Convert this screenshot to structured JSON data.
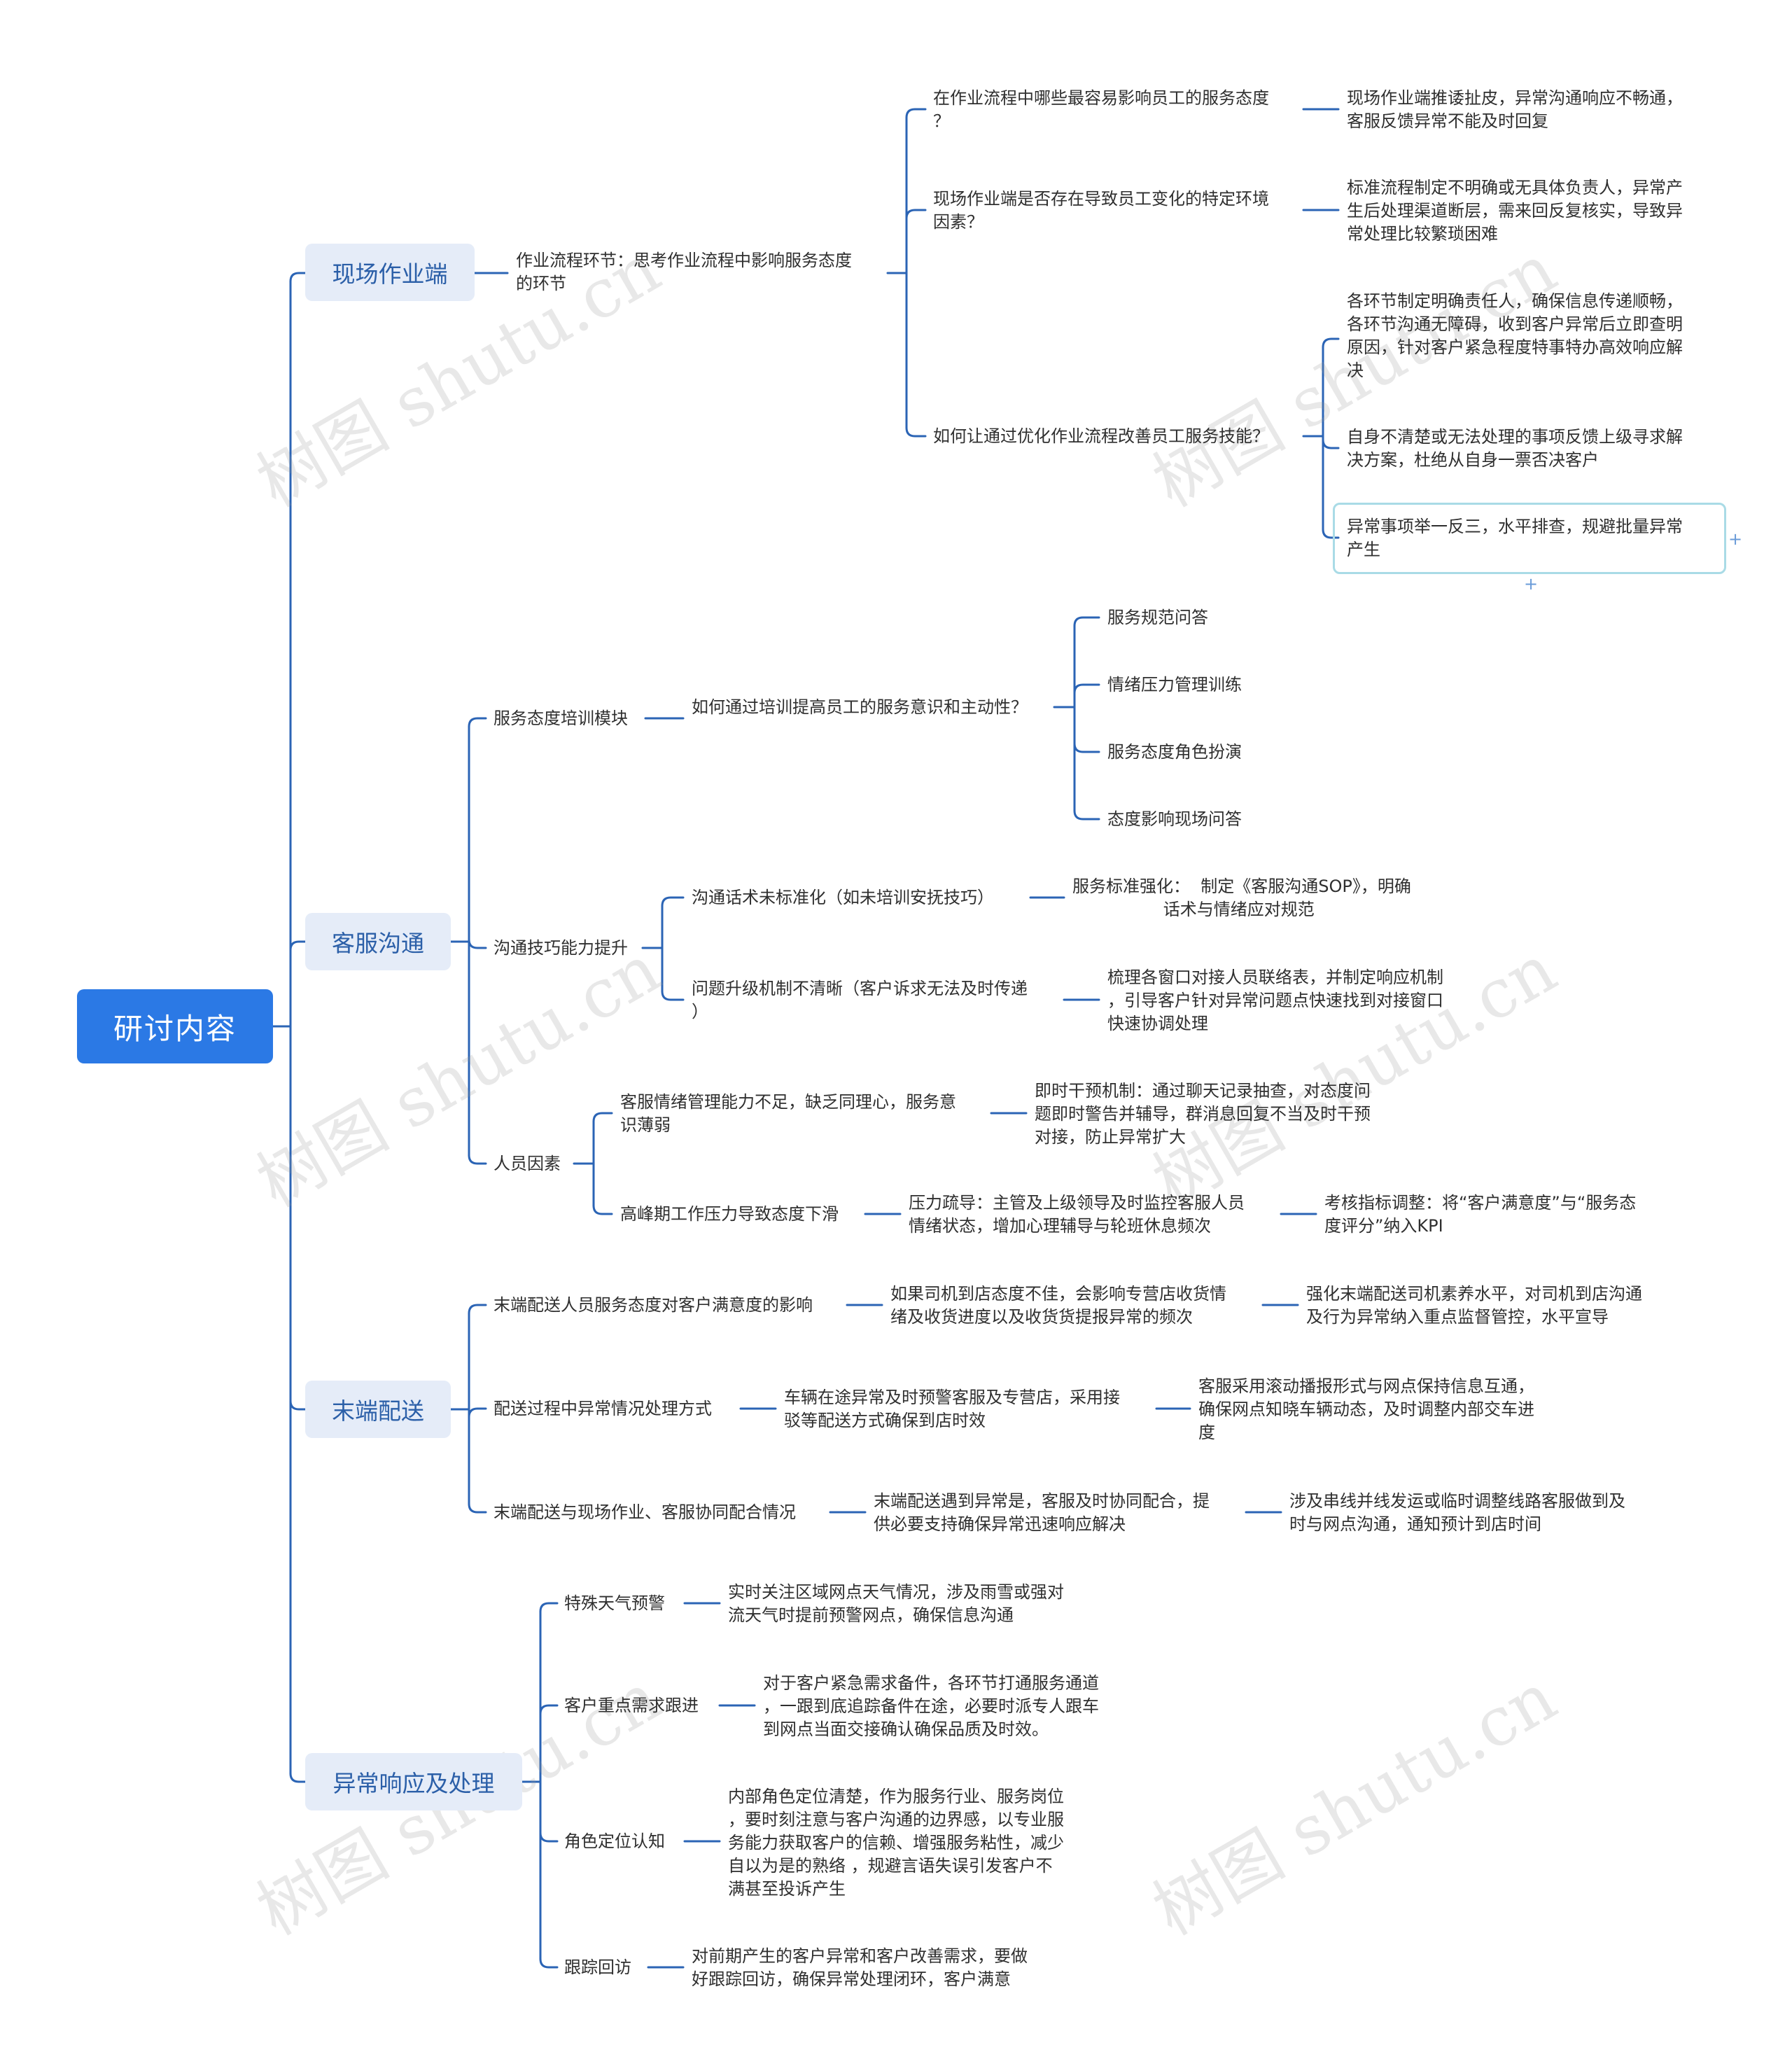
{
  "root": "研讨内容",
  "branches": [
    {
      "label": "现场作业端",
      "children": [
        {
          "label": "作业流程环节：思考作业流程中影响服务态度\n的环节",
          "children": [
            {
              "label": "在作业流程中哪些最容易影响员工的服务态度\n？",
              "children": [
                {
                  "label": "现场作业端推诿扯皮，异常沟通响应不畅通，\n客服反馈异常不能及时回复"
                }
              ]
            },
            {
              "label": "现场作业端是否存在导致员工变化的特定环境\n因素？",
              "children": [
                {
                  "label": "标准流程制定不明确或无具体负责人，异常产\n生后处理渠道断层，需来回反复核实，导致异\n常处理比较繁琐困难"
                }
              ]
            },
            {
              "label": "如何让通过优化作业流程改善员工服务技能？",
              "children": [
                {
                  "label": "各环节制定明确责任人，确保信息传递顺畅，\n各环节沟通无障碍，收到客户异常后立即查明\n原因，针对客户紧急程度特事特办高效响应解\n决"
                },
                {
                  "label": "自身不清楚或无法处理的事项反馈上级寻求解\n决方案，杜绝从自身一票否决客户"
                },
                {
                  "label": "异常事项举一反三，水平排查，规避批量异常\n产生"
                }
              ]
            }
          ]
        }
      ]
    },
    {
      "label": "客服沟通",
      "children": [
        {
          "label": "服务态度培训模块",
          "children": [
            {
              "label": "如何通过培训提高员工的服务意识和主动性？",
              "children": [
                {
                  "label": "服务规范问答"
                },
                {
                  "label": "情绪压力管理训练"
                },
                {
                  "label": "服务态度角色扮演"
                },
                {
                  "label": "态度影响现场问答"
                }
              ]
            }
          ]
        },
        {
          "label": "沟通技巧能力提升",
          "children": [
            {
              "label": "沟通话术未标准化（如未培训安抚技巧）",
              "children": [
                {
                  "label": "服务标准强化：  制定《客服沟通SOP》，明确\n                 话术与情绪应对规范"
                }
              ]
            },
            {
              "label": "问题升级机制不清晰（客户诉求无法及时传递\n）",
              "children": [
                {
                  "label": "梳理各窗口对接人员联络表，并制定响应机制\n，引导客户针对异常问题点快速找到对接窗口\n快速协调处理"
                }
              ]
            }
          ]
        },
        {
          "label": "人员因素",
          "children": [
            {
              "label": "客服情绪管理能力不足，缺乏同理心，服务意\n识薄弱",
              "children": [
                {
                  "label": "即时干预机制：通过聊天记录抽查，对态度问\n题即时警告并辅导，群消息回复不当及时干预\n对接，防止异常扩大"
                }
              ]
            },
            {
              "label": "高峰期工作压力导致态度下滑",
              "children": [
                {
                  "label": "压力疏导：主管及上级领导及时监控客服人员\n情绪状态，增加心理辅导与轮班休息频次",
                  "children": [
                    {
                      "label": "考核指标调整：将“客户满意度”与“服务态\n度评分”纳入KPI"
                    }
                  ]
                }
              ]
            }
          ]
        }
      ]
    },
    {
      "label": "末端配送",
      "children": [
        {
          "label": "末端配送人员服务态度对客户满意度的影响",
          "children": [
            {
              "label": "如果司机到店态度不佳，会影响专营店收货情\n绪及收货进度以及收货货提报异常的频次",
              "children": [
                {
                  "label": "强化末端配送司机素养水平，对司机到店沟通\n及行为异常纳入重点监督管控，水平宣导"
                }
              ]
            }
          ]
        },
        {
          "label": "配送过程中异常情况处理方式",
          "children": [
            {
              "label": "车辆在途异常及时预警客服及专营店，采用接\n驳等配送方式确保到店时效",
              "children": [
                {
                  "label": "客服采用滚动播报形式与网点保持信息互通，\n确保网点知晓车辆动态，及时调整内部交车进\n度"
                }
              ]
            }
          ]
        },
        {
          "label": "末端配送与现场作业、客服协同配合情况",
          "children": [
            {
              "label": "末端配送遇到异常是，客服及时协同配合，提\n供必要支持确保异常迅速响应解决",
              "children": [
                {
                  "label": "涉及串线并线发运或临时调整线路客服做到及\n时与网点沟通，通知预计到店时间"
                }
              ]
            }
          ]
        }
      ]
    },
    {
      "label": "异常响应及处理",
      "children": [
        {
          "label": "特殊天气预警",
          "children": [
            {
              "label": "实时关注区域网点天气情况，涉及雨雪或强对\n流天气时提前预警网点，确保信息沟通"
            }
          ]
        },
        {
          "label": "客户重点需求跟进",
          "children": [
            {
              "label": "对于客户紧急需求备件，各环节打通服务通道\n，一跟到底追踪备件在途，必要时派专人跟车\n到网点当面交接确认确保品质及时效。"
            }
          ]
        },
        {
          "label": "角色定位认知",
          "children": [
            {
              "label": "内部角色定位清楚，作为服务行业、服务岗位\n，要时刻注意与客户沟通的边界感，以专业服\n务能力获取客户的信赖、增强服务粘性，减少\n自以为是的熟络 ，规避言语失误引发客户不\n满甚至投诉产生"
            }
          ]
        },
        {
          "label": "跟踪回访",
          "children": [
            {
              "label": "对前期产生的客户异常和客户改善需求，要做\n好跟踪回访，确保异常处理闭环，客户满意"
            }
          ]
        }
      ]
    }
  ],
  "expand_symbol": "+",
  "watermark": "树图 shutu.cn",
  "colors": {
    "line": "#2b64b5",
    "root_bg": "#2b79e5",
    "main_bg": "#e5ecf8",
    "main_text": "#2b5fa8",
    "selection": "#a9dbe6"
  }
}
